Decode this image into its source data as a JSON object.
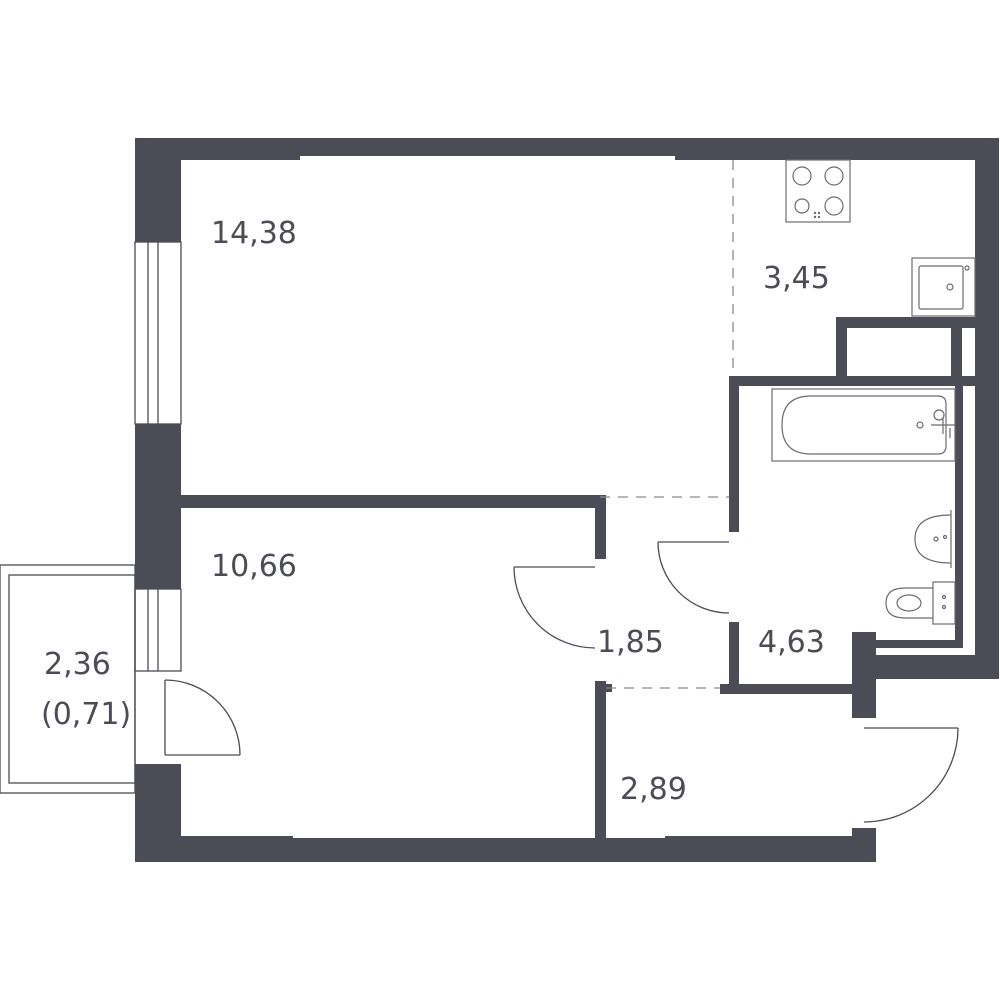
{
  "plan": {
    "colors": {
      "wall": "#4b4c55",
      "background": "#ffffff"
    },
    "rooms": [
      {
        "id": "living",
        "area": "14,38"
      },
      {
        "id": "kitchen",
        "area": "3,45"
      },
      {
        "id": "bedroom",
        "area": "10,66"
      },
      {
        "id": "hall",
        "area": "1,85"
      },
      {
        "id": "bathroom",
        "area": "4,63"
      },
      {
        "id": "entry",
        "area": "2,89"
      },
      {
        "id": "balcony",
        "area": "2,36",
        "reduced_area": "(0,71)"
      }
    ]
  }
}
